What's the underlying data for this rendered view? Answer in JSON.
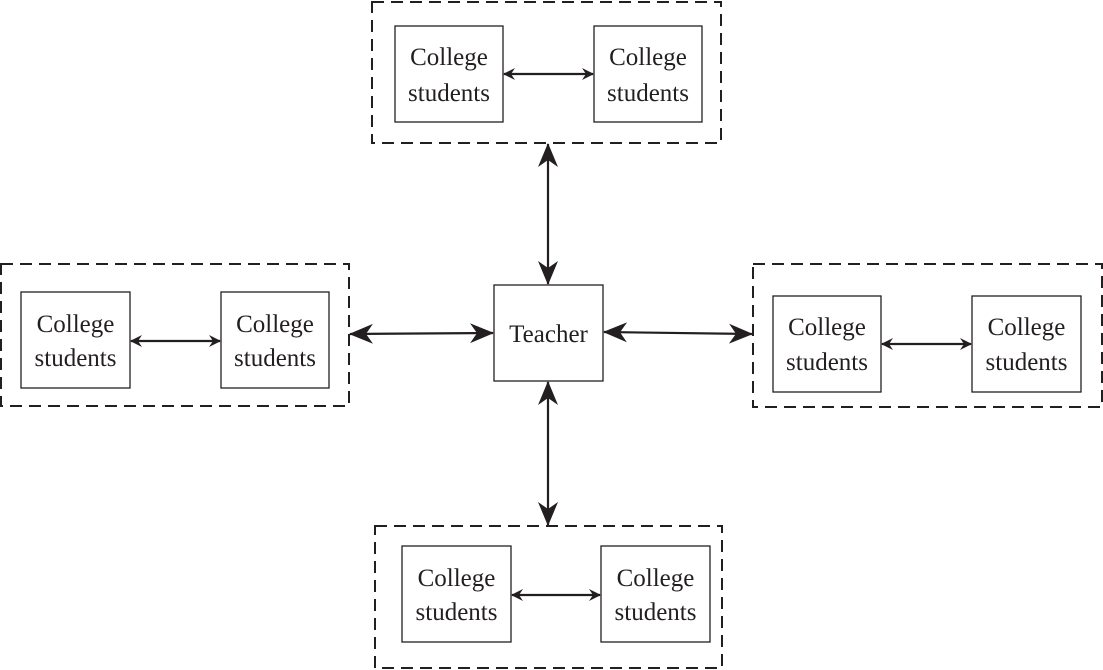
{
  "diagram": {
    "center": {
      "label": "Teacher"
    },
    "groups": [
      {
        "id": "top",
        "members": [
          {
            "line1": "College",
            "line2": "students"
          },
          {
            "line1": "College",
            "line2": "students"
          }
        ]
      },
      {
        "id": "left",
        "members": [
          {
            "line1": "College",
            "line2": "students"
          },
          {
            "line1": "College",
            "line2": "students"
          }
        ]
      },
      {
        "id": "right",
        "members": [
          {
            "line1": "College",
            "line2": "students"
          },
          {
            "line1": "College",
            "line2": "students"
          }
        ]
      },
      {
        "id": "bottom",
        "members": [
          {
            "line1": "College",
            "line2": "students"
          },
          {
            "line1": "College",
            "line2": "students"
          }
        ]
      }
    ],
    "colors": {
      "ink": "#231f20",
      "background": "#ffffff"
    }
  }
}
